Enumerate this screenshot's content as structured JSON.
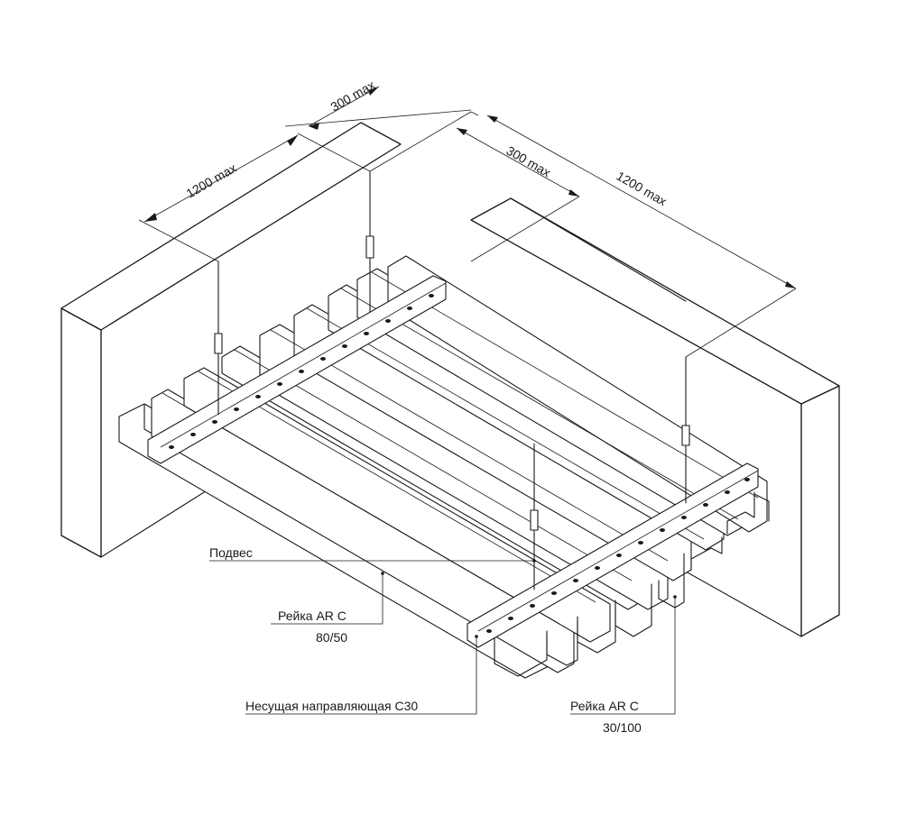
{
  "dimensions": {
    "top_left_300": "300 max",
    "left_1200": "1200 max",
    "right_300": "300 max",
    "right_1200": "1200 max"
  },
  "labels": {
    "hanger": "Подвес",
    "slat_large_name": "Рейка AR C",
    "slat_large_size": "80/50",
    "carrier": "Несущая направляющая С30",
    "slat_small_name": "Рейка AR C",
    "slat_small_size": "30/100"
  }
}
